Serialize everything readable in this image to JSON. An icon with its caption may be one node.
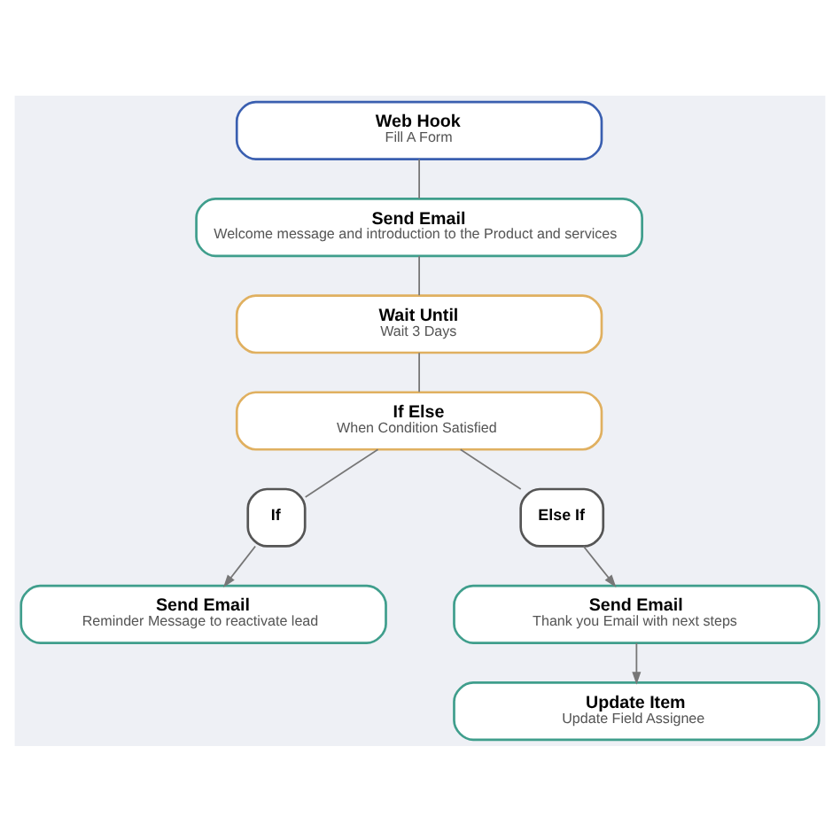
{
  "diagram": {
    "nodes": [
      {
        "text": [
          "Web Hook",
          "Fill A Form"
        ]
      },
      {
        "text": [
          "Send Email",
          "Welcome message and introduction to the Product and services"
        ]
      },
      {
        "text": [
          "Wait Until",
          "Wait 3 Days"
        ]
      },
      {
        "text": [
          "If Else",
          "When Condition Satisfied"
        ]
      },
      {
        "text": [
          "If"
        ]
      },
      {
        "text": [
          "Else If"
        ]
      },
      {
        "text": [
          "Send Email",
          "Reminder Message to reactivate lead"
        ]
      },
      {
        "text": [
          "Send Email",
          "Thank you Email with next steps"
        ]
      },
      {
        "text": [
          "Update Item",
          "Update Field Assignee"
        ]
      }
    ],
    "edges": [
      {
        "from": 0,
        "to": 1,
        "arrow": "none"
      },
      {
        "from": 1,
        "to": 2,
        "arrow": "none"
      },
      {
        "from": 2,
        "to": 3,
        "arrow": "none"
      },
      {
        "from": 3,
        "to": 4,
        "arrow": "none"
      },
      {
        "from": 3,
        "to": 5,
        "arrow": "none"
      },
      {
        "from": 4,
        "to": 6,
        "arrow": "to"
      },
      {
        "from": 5,
        "to": 7,
        "arrow": "to"
      },
      {
        "from": 7,
        "to": 8,
        "arrow": "to"
      }
    ]
  }
}
